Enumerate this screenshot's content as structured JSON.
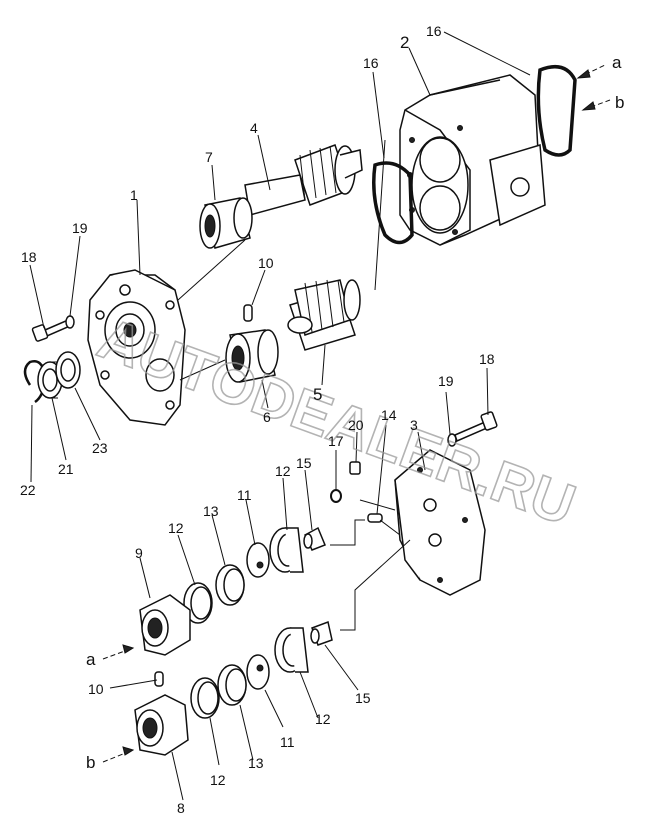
{
  "watermark": "AUTODEALER.RU",
  "callouts": {
    "c1": "1",
    "c2": "2",
    "c3": "3",
    "c4": "4",
    "c5": "5",
    "c6": "6",
    "c7": "7",
    "c8": "8",
    "c9": "9",
    "c10a": "10",
    "c10b": "10",
    "c11a": "11",
    "c11b": "11",
    "c12a": "12",
    "c12b": "12",
    "c12c": "12",
    "c12d": "12",
    "c13a": "13",
    "c13b": "13",
    "c14": "14",
    "c15a": "15",
    "c15b": "15",
    "c16a": "16",
    "c16b": "16",
    "c17": "17",
    "c18a": "18",
    "c18b": "18",
    "c19a": "19",
    "c19b": "19",
    "c20": "20",
    "c21": "21",
    "c22": "22",
    "c23": "23"
  },
  "refs": {
    "a_top": "a",
    "b_top": "b",
    "a_bottom": "a",
    "b_bottom": "b"
  }
}
